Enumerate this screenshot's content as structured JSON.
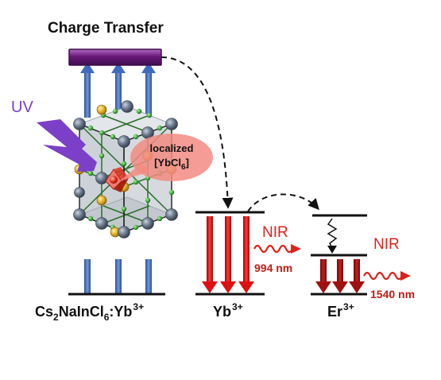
{
  "title": "Charge Transfer",
  "uv_label": "UV",
  "localized": {
    "line1": "localized",
    "formula_pre": "[YbCl",
    "formula_sub": "6",
    "formula_post": "]"
  },
  "host": {
    "pre": "Cs",
    "sub1": "2",
    "mid": "NaInCl",
    "sub2": "6",
    "post": ":Yb",
    "sup": "3+"
  },
  "yb": {
    "base": "Yb",
    "sup": "3+"
  },
  "er": {
    "base": "Er",
    "sup": "3+"
  },
  "yb_emission": {
    "label": "NIR",
    "wavelength": "994 nm"
  },
  "er_emission": {
    "label": "NIR",
    "wavelength": "1540 nm"
  },
  "colors": {
    "ct_bar": "#6a1a7a",
    "blue_arrow": "#3f6bbf",
    "red_arrow": "#dd1111",
    "dark_red_arrow": "#a01010",
    "uv": "#7b3fc8",
    "nir_text": "#e0201a",
    "yb_ion": "#e6b52b",
    "in_ion": "#5a6878",
    "cl_ion": "#3aa53a"
  }
}
